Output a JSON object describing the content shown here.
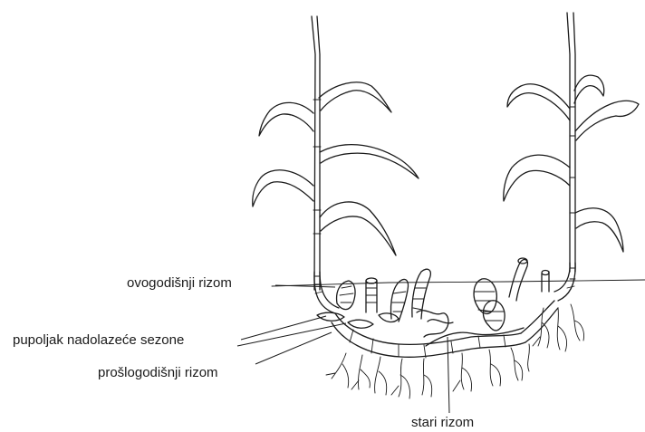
{
  "diagram": {
    "labels": {
      "this_year_rhizome": "ovogodišnji rizom",
      "next_season_bud": "pupoljak nadolazeće sezone",
      "last_year_rhizome": "prošlogodišnji rizom",
      "old_rhizome": "stari rizom"
    },
    "ink_color": "#1a1a1a",
    "background_color": "#ffffff"
  }
}
